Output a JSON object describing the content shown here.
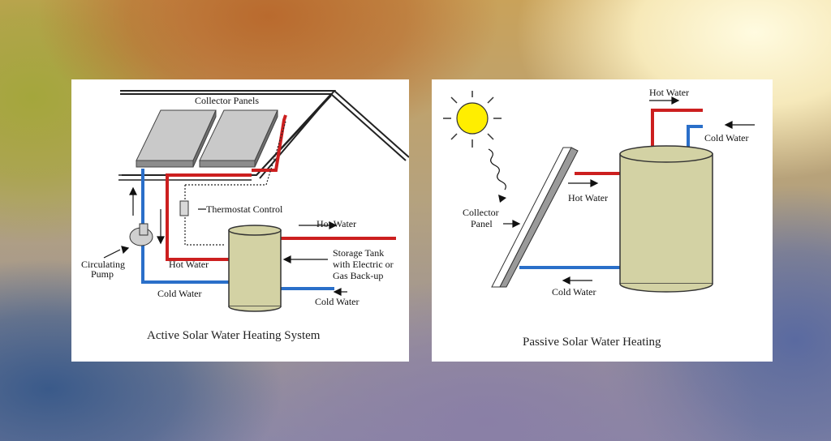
{
  "active": {
    "caption": "Active Solar Water Heating System",
    "collector_panels": "Collector Panels",
    "thermostat_control": "Thermostat Control",
    "hot_water_out": "Hot Water",
    "hot_water_in": "Hot Water",
    "storage_tank_line1": "Storage Tank",
    "storage_tank_line2": "with Electric or",
    "storage_tank_line3": "Gas Back-up",
    "circulating_line1": "Circulating",
    "circulating_line2": "Pump",
    "cold_water_left": "Cold Water",
    "cold_water_right": "Cold Water"
  },
  "passive": {
    "caption": "Passive Solar Water Heating",
    "hot_water_top": "Hot Water",
    "cold_water_top": "Cold Water",
    "hot_water_mid": "Hot Water",
    "collector_line1": "Collector",
    "collector_line2": "Panel",
    "cold_water_bottom": "Cold Water"
  },
  "colors": {
    "hot_pipe": "#cc1f1f",
    "cold_pipe": "#2a6fc9",
    "tank_fill": "#d3d2a4",
    "sun_fill": "#ffee00",
    "panel_fill": "#c9c9c9"
  }
}
